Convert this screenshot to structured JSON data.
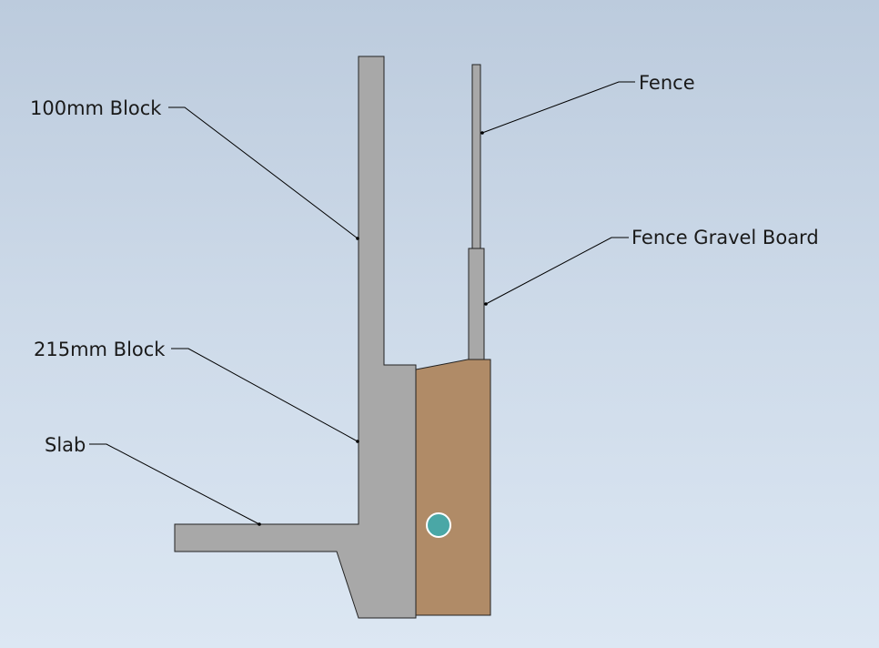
{
  "labels": {
    "block_100": "100mm Block",
    "block_215": "215mm Block",
    "slab": "Slab",
    "fence": "Fence",
    "gravel_board": "Fence Gravel Board"
  },
  "colors": {
    "concrete": "#a8a8a8",
    "soil": "#b08b67",
    "pipe": "#4aa7a6",
    "outline": "#222222",
    "leader": "#000000"
  }
}
